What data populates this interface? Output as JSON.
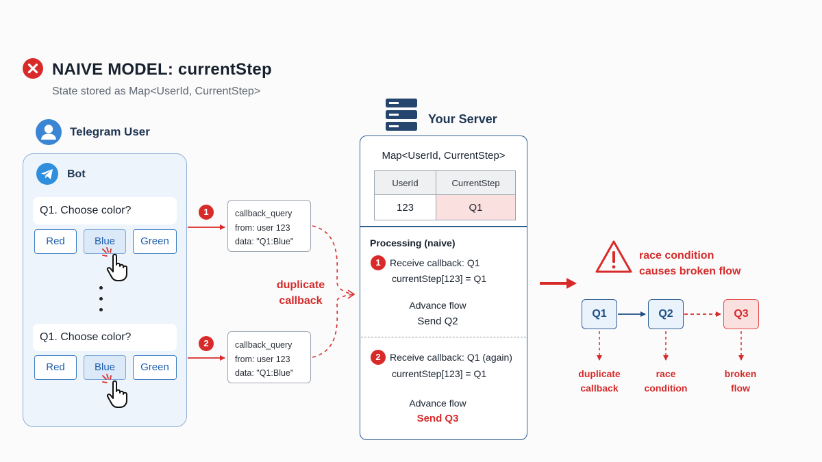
{
  "header": {
    "title": "NAIVE MODEL: currentStep",
    "subtitle": "State stored as Map<UserId, CurrentStep>"
  },
  "user": {
    "label": "Telegram User",
    "bot_label": "Bot",
    "messages": [
      {
        "question": "Q1. Choose color?",
        "buttons": [
          "Red",
          "Blue",
          "Green"
        ],
        "selected": "Blue"
      },
      {
        "question": "Q1. Choose color?",
        "buttons": [
          "Red",
          "Blue",
          "Green"
        ],
        "selected": "Blue"
      }
    ]
  },
  "callbacks": [
    {
      "number": "1",
      "lines": [
        "callback_query",
        "from: user 123",
        "data: \"Q1:Blue\""
      ]
    },
    {
      "number": "2",
      "lines": [
        "callback_query",
        "from: user 123",
        "data: \"Q1:Blue\""
      ]
    }
  ],
  "duplicate_label": [
    "duplicate",
    "callback"
  ],
  "server": {
    "label": "Your Server",
    "map_title": "Map<UserId, CurrentStep>",
    "table": {
      "headers": [
        "UserId",
        "CurrentStep"
      ],
      "row": [
        "123",
        "Q1"
      ]
    },
    "processing_title": "Processing (naive)",
    "steps": [
      {
        "number": "1",
        "receive": "Receive callback: Q1",
        "assign": "currentStep[123] = Q1",
        "advance": "Advance flow",
        "send": "Send Q2"
      },
      {
        "number": "2",
        "receive": "Receive callback: Q1 (again)",
        "assign": "currentStep[123] = Q1",
        "advance": "Advance flow",
        "send": "Send Q3"
      }
    ]
  },
  "outcome": {
    "warning": [
      "race condition",
      "causes broken flow"
    ],
    "nodes": [
      "Q1",
      "Q2",
      "Q3"
    ],
    "labels": [
      [
        "duplicate",
        "callback"
      ],
      [
        "race",
        "condition"
      ],
      [
        "broken",
        "flow"
      ]
    ]
  },
  "colors": {
    "accent_red": "#d92a2a",
    "navy": "#2e5c91",
    "light_blue": "#eef4fb",
    "highlight_pink": "#fbe0e0"
  },
  "icons": [
    "error-x-icon",
    "user-avatar-icon",
    "telegram-icon",
    "pointer-hand-icon",
    "server-icon",
    "warning-triangle-icon"
  ]
}
